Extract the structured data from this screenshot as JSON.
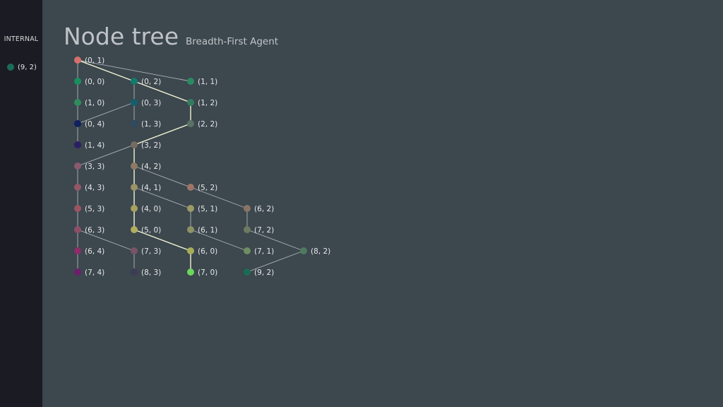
{
  "sidebar": {
    "heading": "INTERNAL",
    "entry": {
      "label": "(9, 2)",
      "color": "#1a6d55"
    }
  },
  "header": {
    "title": "Node tree",
    "subtitle": "Breadth-First Agent"
  },
  "tree": {
    "nodes": [
      {
        "id": "0,1",
        "label": "(0, 1)",
        "col": 0,
        "row": 0,
        "color": "#d6706d"
      },
      {
        "id": "0,0",
        "label": "(0, 0)",
        "col": 0,
        "row": 1,
        "color": "#1a8f5e"
      },
      {
        "id": "0,2",
        "label": "(0, 2)",
        "col": 1,
        "row": 1,
        "color": "#137a6c"
      },
      {
        "id": "1,1",
        "label": "(1, 1)",
        "col": 2,
        "row": 1,
        "color": "#2a8a62"
      },
      {
        "id": "1,0",
        "label": "(1, 0)",
        "col": 0,
        "row": 2,
        "color": "#2e8c5c"
      },
      {
        "id": "0,3",
        "label": "(0, 3)",
        "col": 1,
        "row": 2,
        "color": "#145f6e"
      },
      {
        "id": "1,2",
        "label": "(1, 2)",
        "col": 2,
        "row": 2,
        "color": "#347c60"
      },
      {
        "id": "0,4",
        "label": "(0, 4)",
        "col": 0,
        "row": 3,
        "color": "#12215e"
      },
      {
        "id": "1,3",
        "label": "(1, 3)",
        "col": 1,
        "row": 3,
        "color": "#2f4a62"
      },
      {
        "id": "2,2",
        "label": "(2, 2)",
        "col": 2,
        "row": 3,
        "color": "#5a7264"
      },
      {
        "id": "1,4",
        "label": "(1, 4)",
        "col": 0,
        "row": 4,
        "color": "#2b1f64"
      },
      {
        "id": "3,2",
        "label": "(3, 2)",
        "col": 1,
        "row": 4,
        "color": "#776a60"
      },
      {
        "id": "3,3",
        "label": "(3, 3)",
        "col": 0,
        "row": 5,
        "color": "#8a5a6c"
      },
      {
        "id": "4,2",
        "label": "(4, 2)",
        "col": 1,
        "row": 5,
        "color": "#8e7a62"
      },
      {
        "id": "4,3",
        "label": "(4, 3)",
        "col": 0,
        "row": 6,
        "color": "#945766"
      },
      {
        "id": "4,1",
        "label": "(4, 1)",
        "col": 1,
        "row": 6,
        "color": "#9a9464"
      },
      {
        "id": "5,2",
        "label": "(5, 2)",
        "col": 2,
        "row": 6,
        "color": "#a07468"
      },
      {
        "id": "5,3",
        "label": "(5, 3)",
        "col": 0,
        "row": 7,
        "color": "#9a5462"
      },
      {
        "id": "4,0",
        "label": "(4, 0)",
        "col": 1,
        "row": 7,
        "color": "#a6a25e"
      },
      {
        "id": "5,1",
        "label": "(5, 1)",
        "col": 2,
        "row": 7,
        "color": "#9c9a66"
      },
      {
        "id": "6,2",
        "label": "(6, 2)",
        "col": 3,
        "row": 7,
        "color": "#8a7464"
      },
      {
        "id": "6,3",
        "label": "(6, 3)",
        "col": 0,
        "row": 8,
        "color": "#8e4e66"
      },
      {
        "id": "5,0",
        "label": "(5, 0)",
        "col": 1,
        "row": 8,
        "color": "#b2ae5c"
      },
      {
        "id": "6,1",
        "label": "(6, 1)",
        "col": 2,
        "row": 8,
        "color": "#8e9264"
      },
      {
        "id": "7,2",
        "label": "(7, 2)",
        "col": 3,
        "row": 8,
        "color": "#6c7a60"
      },
      {
        "id": "6,4",
        "label": "(6, 4)",
        "col": 0,
        "row": 9,
        "color": "#8e2c6a"
      },
      {
        "id": "7,3",
        "label": "(7, 3)",
        "col": 1,
        "row": 9,
        "color": "#7a5466"
      },
      {
        "id": "6,0",
        "label": "(6, 0)",
        "col": 2,
        "row": 9,
        "color": "#a8ae58"
      },
      {
        "id": "7,1",
        "label": "(7, 1)",
        "col": 3,
        "row": 9,
        "color": "#6e8e60"
      },
      {
        "id": "8,2",
        "label": "(8, 2)",
        "col": 4,
        "row": 9,
        "color": "#4e7a60"
      },
      {
        "id": "7,4",
        "label": "(7, 4)",
        "col": 0,
        "row": 10,
        "color": "#6e1e6a"
      },
      {
        "id": "8,3",
        "label": "(8, 3)",
        "col": 1,
        "row": 10,
        "color": "#3e3a56"
      },
      {
        "id": "7,0",
        "label": "(7, 0)",
        "col": 2,
        "row": 10,
        "color": "#6bd85a"
      },
      {
        "id": "9,2",
        "label": "(9, 2)",
        "col": 3,
        "row": 10,
        "color": "#1a6d55"
      }
    ],
    "edges": [
      [
        "0,1",
        "0,0"
      ],
      [
        "0,1",
        "0,2"
      ],
      [
        "0,1",
        "1,1"
      ],
      [
        "0,0",
        "1,0"
      ],
      [
        "0,2",
        "0,3"
      ],
      [
        "0,2",
        "1,2"
      ],
      [
        "0,3",
        "0,4"
      ],
      [
        "0,3",
        "1,3"
      ],
      [
        "1,0",
        "0,4"
      ],
      [
        "1,2",
        "2,2"
      ],
      [
        "0,4",
        "1,4"
      ],
      [
        "2,2",
        "3,2"
      ],
      [
        "2,2",
        "3,3"
      ],
      [
        "3,2",
        "4,2"
      ],
      [
        "3,3",
        "4,3"
      ],
      [
        "4,2",
        "4,1"
      ],
      [
        "4,2",
        "5,2"
      ],
      [
        "4,3",
        "5,3"
      ],
      [
        "4,1",
        "4,0"
      ],
      [
        "4,1",
        "5,1"
      ],
      [
        "5,2",
        "6,2"
      ],
      [
        "5,3",
        "6,3"
      ],
      [
        "4,0",
        "5,0"
      ],
      [
        "5,1",
        "6,1"
      ],
      [
        "6,2",
        "7,2"
      ],
      [
        "6,3",
        "6,4"
      ],
      [
        "6,3",
        "7,3"
      ],
      [
        "5,0",
        "6,0"
      ],
      [
        "6,1",
        "7,1"
      ],
      [
        "7,2",
        "8,2"
      ],
      [
        "6,4",
        "7,4"
      ],
      [
        "7,3",
        "8,3"
      ],
      [
        "6,0",
        "7,0"
      ],
      [
        "8,2",
        "9,2"
      ]
    ],
    "path": [
      "0,1",
      "0,2",
      "1,2",
      "2,2",
      "3,2",
      "4,2",
      "4,1",
      "4,0",
      "5,0",
      "6,0",
      "7,0"
    ],
    "colors": {
      "edge": "#aeb3b6",
      "path": "#f2f2d2"
    }
  }
}
